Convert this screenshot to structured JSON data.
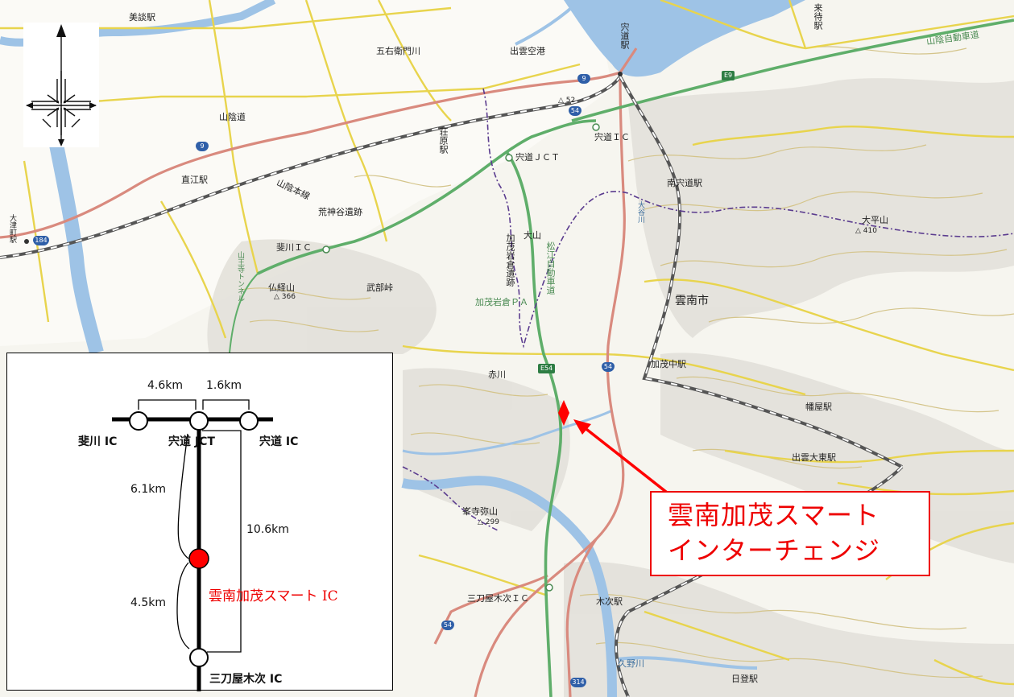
{
  "map": {
    "place_labels": [
      {
        "id": "mitoya-st",
        "text": "美談駅"
      },
      {
        "id": "gouemon",
        "text": "五右衛門川"
      },
      {
        "id": "izumo-airport",
        "text": "出雲空港"
      },
      {
        "id": "shinji-st",
        "text": "宍道駅"
      },
      {
        "id": "sanin-expwy",
        "text": "山陰自動車道"
      },
      {
        "id": "kimachi-st",
        "text": "来待駅"
      },
      {
        "id": "sanindo",
        "text": "山陰道"
      },
      {
        "id": "naoe-st",
        "text": "直江駅"
      },
      {
        "id": "sanin-main",
        "text": "山陰本線"
      },
      {
        "id": "kojindani",
        "text": "荒神谷遺跡"
      },
      {
        "id": "shohara-st",
        "text": "荘原駅"
      },
      {
        "id": "shinji-jct",
        "text": "宍道ＪＣＴ"
      },
      {
        "id": "shinji-ic",
        "text": "宍道ＩＣ"
      },
      {
        "id": "minami-shinji",
        "text": "南宍道駅"
      },
      {
        "id": "otsumachi",
        "text": "大津町駅"
      },
      {
        "id": "hikawa-ic",
        "text": "斐川ＩＣ"
      },
      {
        "id": "daisen",
        "text": "大山"
      },
      {
        "id": "kamoiwakura-ruins",
        "text": "加茂岩倉遺跡"
      },
      {
        "id": "matsue-expwy",
        "text": "松江自動車道"
      },
      {
        "id": "butsukyo",
        "text": "仏経山"
      },
      {
        "id": "buhen",
        "text": "武部峠"
      },
      {
        "id": "kamoiwakura-pa",
        "text": "加茂岩倉ＰＡ"
      },
      {
        "id": "unnan-city",
        "text": "雲南市"
      },
      {
        "id": "san-tunnel",
        "text": "山王寺トンネル"
      },
      {
        "id": "ohira",
        "text": "大平山"
      },
      {
        "id": "kamonaka-st",
        "text": "加茂中駅"
      },
      {
        "id": "akagawa",
        "text": "赤川"
      },
      {
        "id": "hinoya-st",
        "text": "幡屋駅"
      },
      {
        "id": "izumo-daito",
        "text": "出雲大東駅"
      },
      {
        "id": "banji",
        "text": "峯寺弥山"
      },
      {
        "id": "mitoya-ic",
        "text": "三刀屋木次ＩＣ"
      },
      {
        "id": "kisuki-st",
        "text": "木次駅"
      },
      {
        "id": "kuno",
        "text": "久野川"
      },
      {
        "id": "hinobori",
        "text": "日登駅"
      },
      {
        "id": "okawa",
        "text": "大谷川"
      }
    ],
    "spot_heights": [
      {
        "id": "h52",
        "text": "△ 52"
      },
      {
        "id": "h366",
        "text": "△ 366"
      },
      {
        "id": "h299",
        "text": "△ 299"
      },
      {
        "id": "h410",
        "text": "△ 410"
      }
    ],
    "shields": [
      {
        "id": "r9a",
        "text": "9"
      },
      {
        "id": "r9b",
        "text": "9"
      },
      {
        "id": "r54a",
        "text": "54"
      },
      {
        "id": "r54b",
        "text": "54"
      },
      {
        "id": "r54c",
        "text": "54"
      },
      {
        "id": "r184",
        "text": "184"
      },
      {
        "id": "r314",
        "text": "314"
      }
    ],
    "expressway_shields": [
      {
        "id": "e9",
        "text": "E9"
      },
      {
        "id": "e54",
        "text": "E54"
      }
    ],
    "colors": {
      "expressway": "#5fae6a",
      "national_road": "#d98a7e",
      "prefectural_road": "#e8d44d",
      "railway": "#555555",
      "water": "#9ec3e6",
      "contour": "#d4c48a",
      "boundary": "#5b3c8f",
      "highlight": "#ff0000"
    }
  },
  "inset": {
    "dist_top_left": "4.6km",
    "dist_top_right": "1.6km",
    "ic_left": "斐川 IC",
    "jct": "宍道 JCT",
    "ic_right": "宍道 IC",
    "dist_upper": "6.1km",
    "dist_total": "10.6km",
    "dist_lower": "4.5km",
    "smart_ic": "雲南加茂スマート IC",
    "ic_bottom": "三刀屋木次 IC"
  },
  "callout": {
    "line1": "雲南加茂スマート",
    "line2": "インターチェンジ"
  },
  "icons": {
    "compass": "north-arrow-icon",
    "marker": "diamond-marker-icon"
  }
}
